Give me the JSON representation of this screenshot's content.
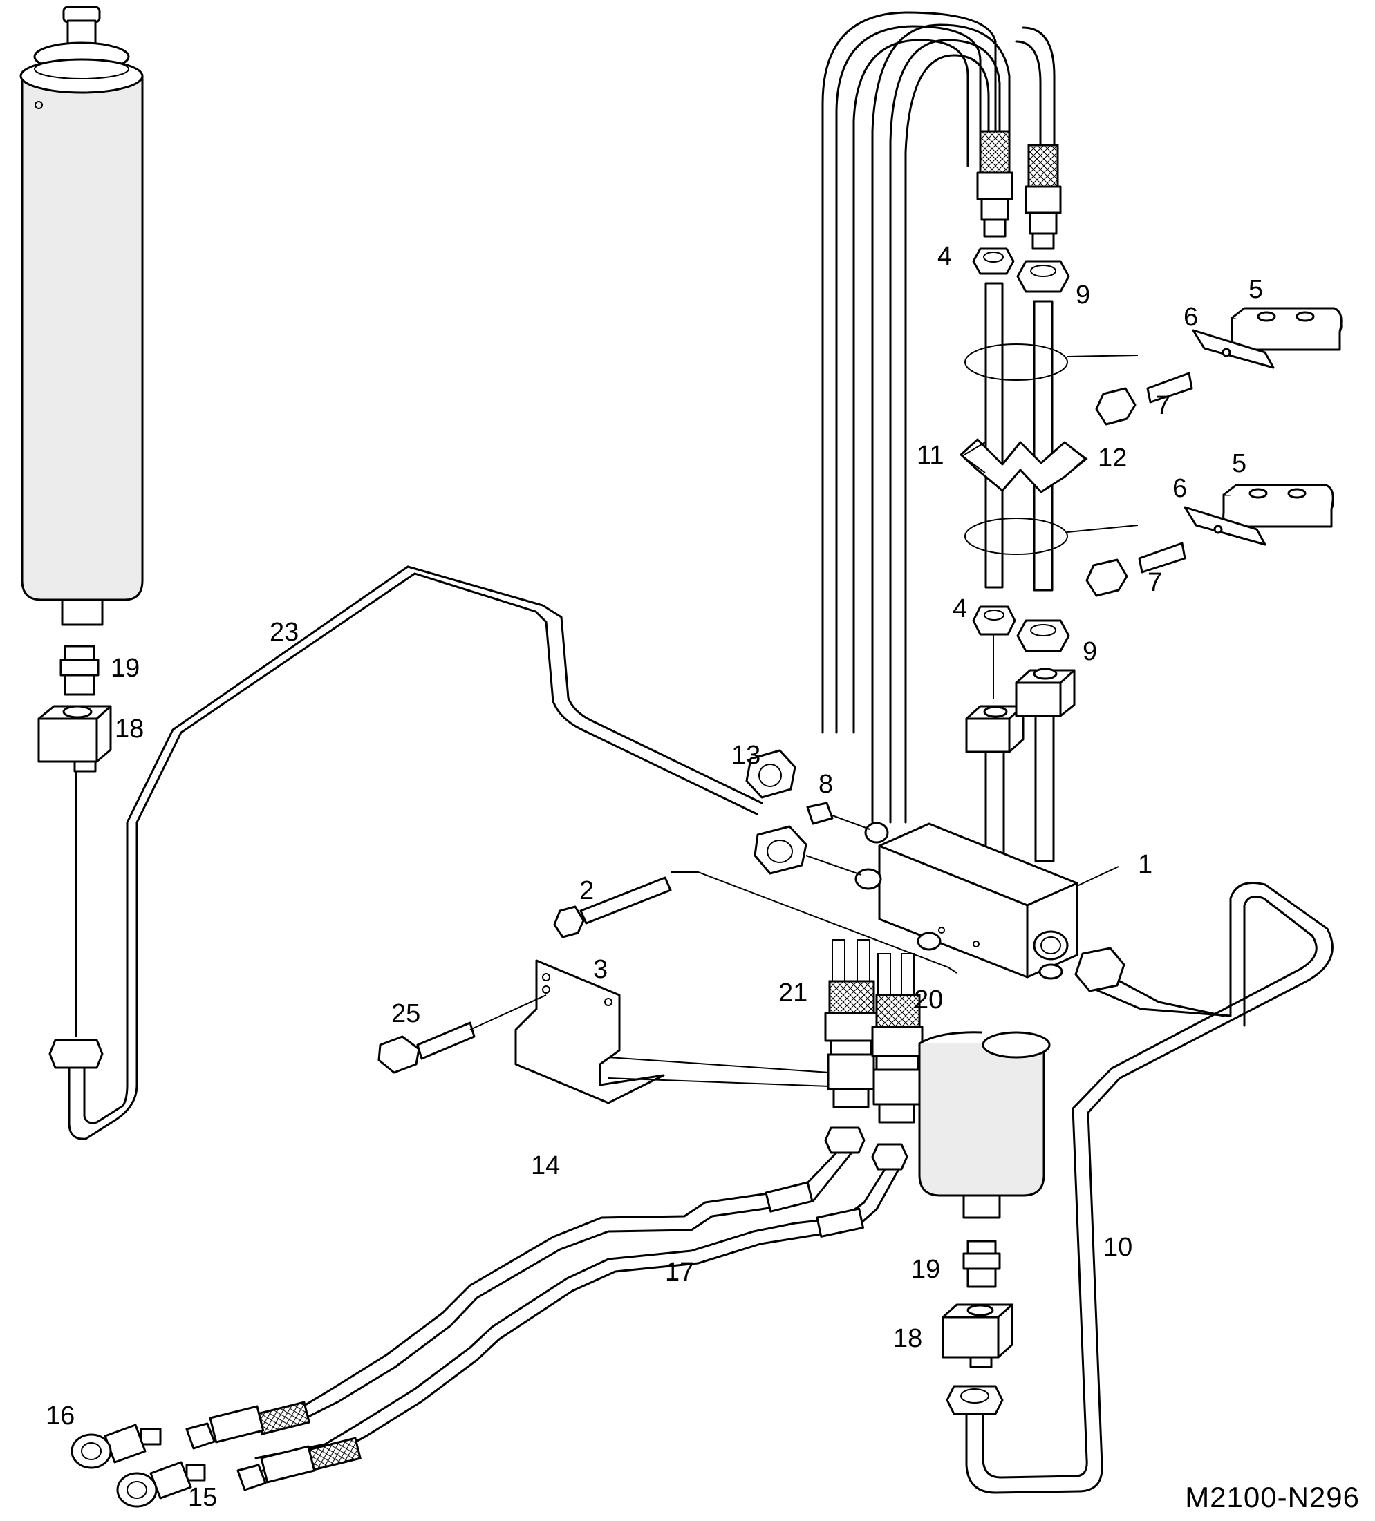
{
  "diagram": {
    "drawing_code": "M2100-N296",
    "callouts": [
      {
        "id": "c1",
        "text": "1"
      },
      {
        "id": "c2",
        "text": "2"
      },
      {
        "id": "c3",
        "text": "3"
      },
      {
        "id": "c4a",
        "text": "4"
      },
      {
        "id": "c4b",
        "text": "4"
      },
      {
        "id": "c5a",
        "text": "5"
      },
      {
        "id": "c5b",
        "text": "5"
      },
      {
        "id": "c6a",
        "text": "6"
      },
      {
        "id": "c6b",
        "text": "6"
      },
      {
        "id": "c7a",
        "text": "7"
      },
      {
        "id": "c7b",
        "text": "7"
      },
      {
        "id": "c8",
        "text": "8"
      },
      {
        "id": "c9a",
        "text": "9"
      },
      {
        "id": "c9b",
        "text": "9"
      },
      {
        "id": "c10",
        "text": "10"
      },
      {
        "id": "c11",
        "text": "11"
      },
      {
        "id": "c12",
        "text": "12"
      },
      {
        "id": "c13",
        "text": "13"
      },
      {
        "id": "c14",
        "text": "14"
      },
      {
        "id": "c15",
        "text": "15"
      },
      {
        "id": "c16",
        "text": "16"
      },
      {
        "id": "c17",
        "text": "17"
      },
      {
        "id": "c18a",
        "text": "18"
      },
      {
        "id": "c18b",
        "text": "18"
      },
      {
        "id": "c19a",
        "text": "19"
      },
      {
        "id": "c19b",
        "text": "19"
      },
      {
        "id": "c20",
        "text": "20"
      },
      {
        "id": "c21",
        "text": "21"
      },
      {
        "id": "c23",
        "text": "23"
      },
      {
        "id": "c25",
        "text": "25"
      }
    ]
  }
}
